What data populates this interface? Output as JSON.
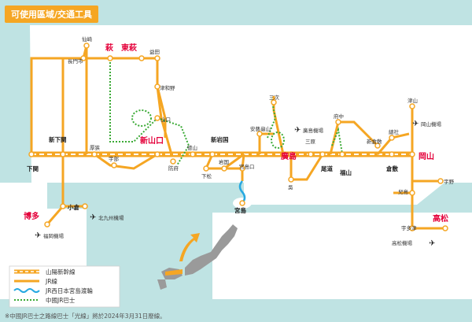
{
  "header": {
    "title": "可使用區域/交通工具"
  },
  "colors": {
    "sea": "#bfe3e3",
    "land": "#ffffff",
    "shinkansen": "#f5a623",
    "jr_line": "#f5a623",
    "ferry": "#27a9e1",
    "bus": "#3aaa35",
    "highlight_red": "#e4003a",
    "header_bg": "#f5a623"
  },
  "stations": {
    "hagi": "萩",
    "higashi_hagi": "東萩",
    "shin_yamaguchi": "新山口",
    "hiroshima": "廣島",
    "okayama": "岡山",
    "hakata": "博多",
    "takamatsu": "高松",
    "senzaki": "仙崎",
    "nagatoshi": "長門市",
    "masuda": "益田",
    "tsuwano": "津和野",
    "yamaguchi": "山口",
    "shin_shimonoseki": "新下関",
    "shimonoseki": "下関",
    "kogushi": "小倉",
    "koto": "厚狭",
    "ube": "宇部",
    "hofu": "防府",
    "tokuyama": "徳山",
    "shin_iwakuni": "新岩国",
    "iwakuni": "岩国",
    "shimomatsu": "下松",
    "miyajimaguchi": "宮島口",
    "miyajima": "宮島",
    "aki_kameyama": "安藝龜山",
    "miyoshi": "三次",
    "sanjo": "三原",
    "onomichi": "尾道",
    "fukuyama": "福山",
    "kure": "吳",
    "fuchu": "府中",
    "shin_kurashiki": "新倉敷",
    "kurashiki": "倉敷",
    "soja": "總社",
    "tsuyama": "津山",
    "kojima": "兒島",
    "uno": "宇野",
    "utazu": "宇多津"
  },
  "airports": {
    "hiroshima_airport": "廣島機場",
    "okayama_airport": "岡山機場",
    "fukuoka_airport": "福岡機場",
    "kitakyushu_airport": "北九州機場",
    "takamatsu_airport": "高松機場"
  },
  "legend": [
    {
      "key": "shinkansen",
      "label": "山陽新幹線"
    },
    {
      "key": "jr_line",
      "label": "JR線"
    },
    {
      "key": "ferry",
      "label": "JR西日本宮島渡輪"
    },
    {
      "key": "bus",
      "label": "中國JR巴士"
    }
  ],
  "footnote": "※中國JR巴士之路線巴士「光線」將於2024年3月31日廢線。",
  "icons": {
    "airport": "airplane-icon",
    "direction": "arrow-icon"
  }
}
